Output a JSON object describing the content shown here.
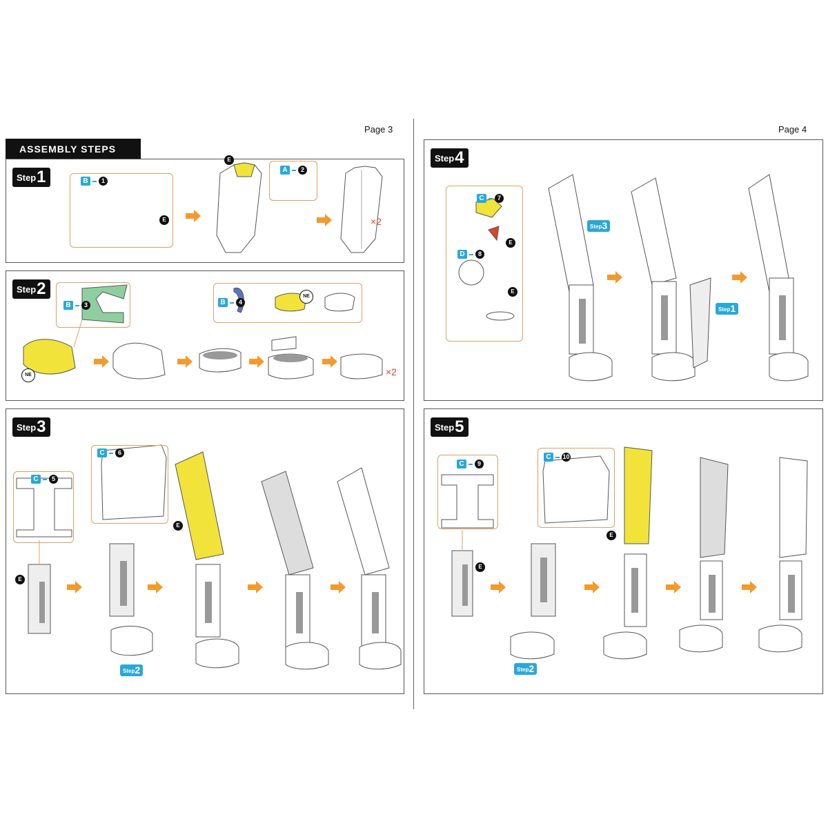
{
  "pages": {
    "left": "Page 3",
    "right": "Page 4"
  },
  "banner": "ASSEMBLY STEPS",
  "step_word": "Step",
  "multiplier": "×2",
  "steps": [
    {
      "num": "1",
      "parts": [
        {
          "letter": "B",
          "num": "1"
        },
        {
          "letter": "A",
          "num": "2"
        }
      ]
    },
    {
      "num": "2",
      "parts": [
        {
          "letter": "B",
          "num": "3"
        },
        {
          "letter": "B",
          "num": "4"
        }
      ]
    },
    {
      "num": "3",
      "parts": [
        {
          "letter": "C",
          "num": "5"
        },
        {
          "letter": "C",
          "num": "6"
        }
      ],
      "ref": "2"
    },
    {
      "num": "4",
      "parts": [
        {
          "letter": "C",
          "num": "7"
        },
        {
          "letter": "D",
          "num": "8"
        }
      ],
      "refs": [
        "3",
        "1"
      ]
    },
    {
      "num": "5",
      "parts": [
        {
          "letter": "C",
          "num": "9"
        },
        {
          "letter": "C",
          "num": "10"
        }
      ],
      "ref": "2"
    }
  ],
  "labels": {
    "e": "E",
    "ne": "NE"
  },
  "colors": {
    "accent_orange": "#f39a2e",
    "part_blue": "#2aa7d9",
    "yellow": "#f2e33a",
    "brown": "#b98b62",
    "purple": "#7a3e9e",
    "green": "#8fcf9f",
    "blue_part": "#5a74c4",
    "red": "#d9462a"
  }
}
